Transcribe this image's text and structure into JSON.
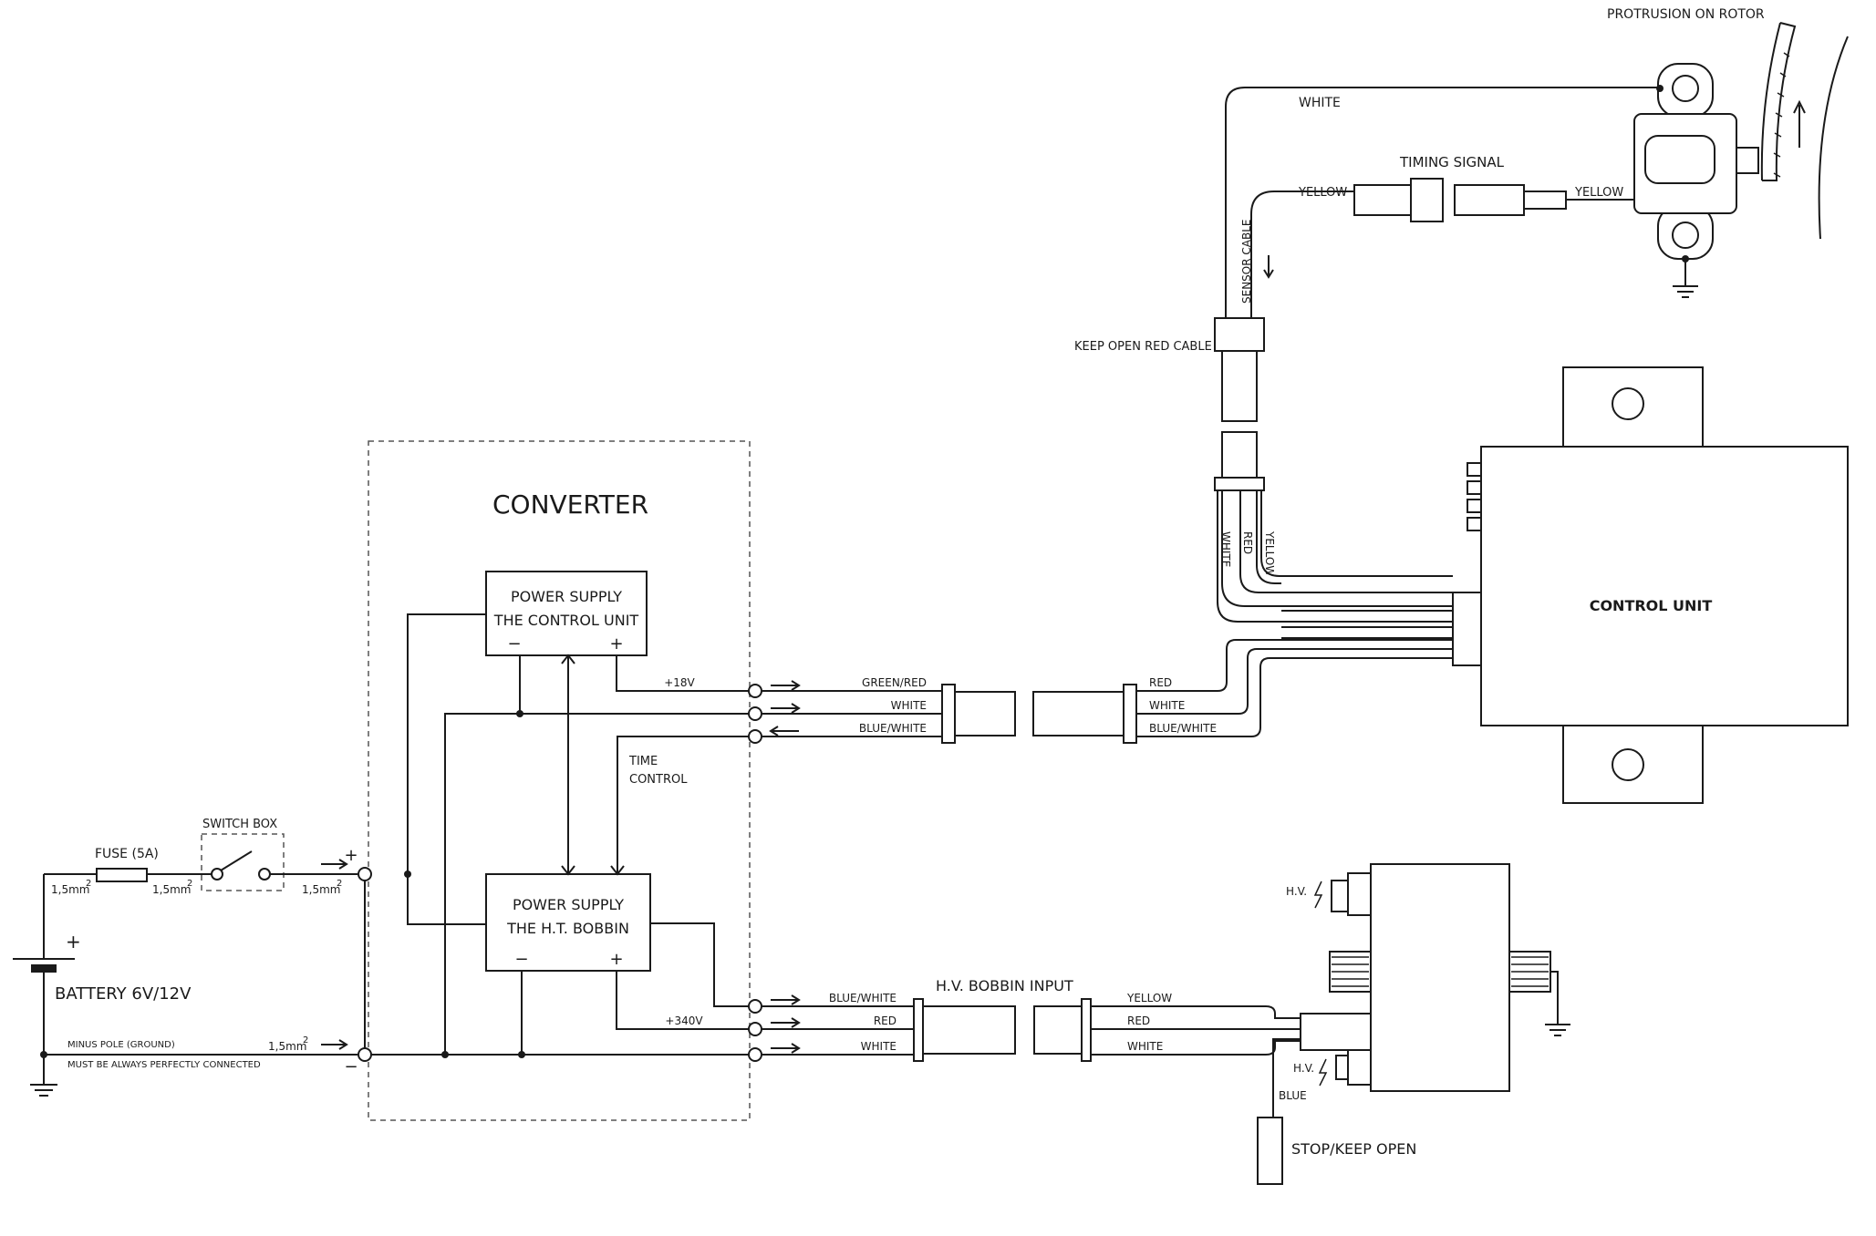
{
  "converter": {
    "title": "CONVERTER",
    "psu_control": {
      "line1": "POWER SUPPLY",
      "line2": "THE CONTROL UNIT"
    },
    "psu_bobbin": {
      "line1": "POWER SUPPLY",
      "line2": "THE H.T. BOBBIN"
    },
    "minus": "−",
    "plus": "+",
    "v18": "+18V",
    "v340": "+340V",
    "time_control": {
      "line1": "TIME",
      "line2": "CONTROL"
    }
  },
  "battery": {
    "label": "BATTERY 6V/12V",
    "plus": "+"
  },
  "fuse": {
    "label": "FUSE (5A)"
  },
  "switch_box": {
    "label": "SWITCH BOX"
  },
  "wire_size": {
    "a": "1,5mm",
    "b": "1,5mm",
    "c": "1,5mm",
    "d": "1,5mm",
    "sup": "2"
  },
  "input_plus": "+",
  "input_minus": "−",
  "ground_note": {
    "line1": "MINUS POLE (GROUND)",
    "line2": "MUST BE ALWAYS PERFECTLY CONNECTED"
  },
  "control_wires": {
    "green_red": "GREEN/RED",
    "white": "WHITE",
    "blue_white": "BLUE/WHITE"
  },
  "control_side_wires": {
    "red": "RED",
    "white": "WHITE",
    "blue_white": "BLUE/WHITE"
  },
  "bobbin_wires": {
    "blue_white": "BLUE/WHITE",
    "red": "RED",
    "white": "WHITE"
  },
  "hv_bobbin_input": "H.V. BOBBIN INPUT",
  "coil_wires": {
    "yellow": "YELLOW",
    "red": "RED",
    "white": "WHITE",
    "blue": "BLUE"
  },
  "hv_label": "H.V.",
  "stop_keep_open": "STOP/KEEP OPEN",
  "control_unit": {
    "label": "CONTROL UNIT"
  },
  "bundle_wires": {
    "white": "WHITE",
    "red": "RED",
    "yellow": "YELLOW"
  },
  "keep_open_red": "KEEP OPEN RED CABLE",
  "sensor_cable": "SENSOR CABLE",
  "sensor_white": "WHITE",
  "timing_signal": "TIMING SIGNAL",
  "yellow_left": "YELLOW",
  "yellow_right": "YELLOW",
  "protrusion": "PROTRUSION ON ROTOR"
}
